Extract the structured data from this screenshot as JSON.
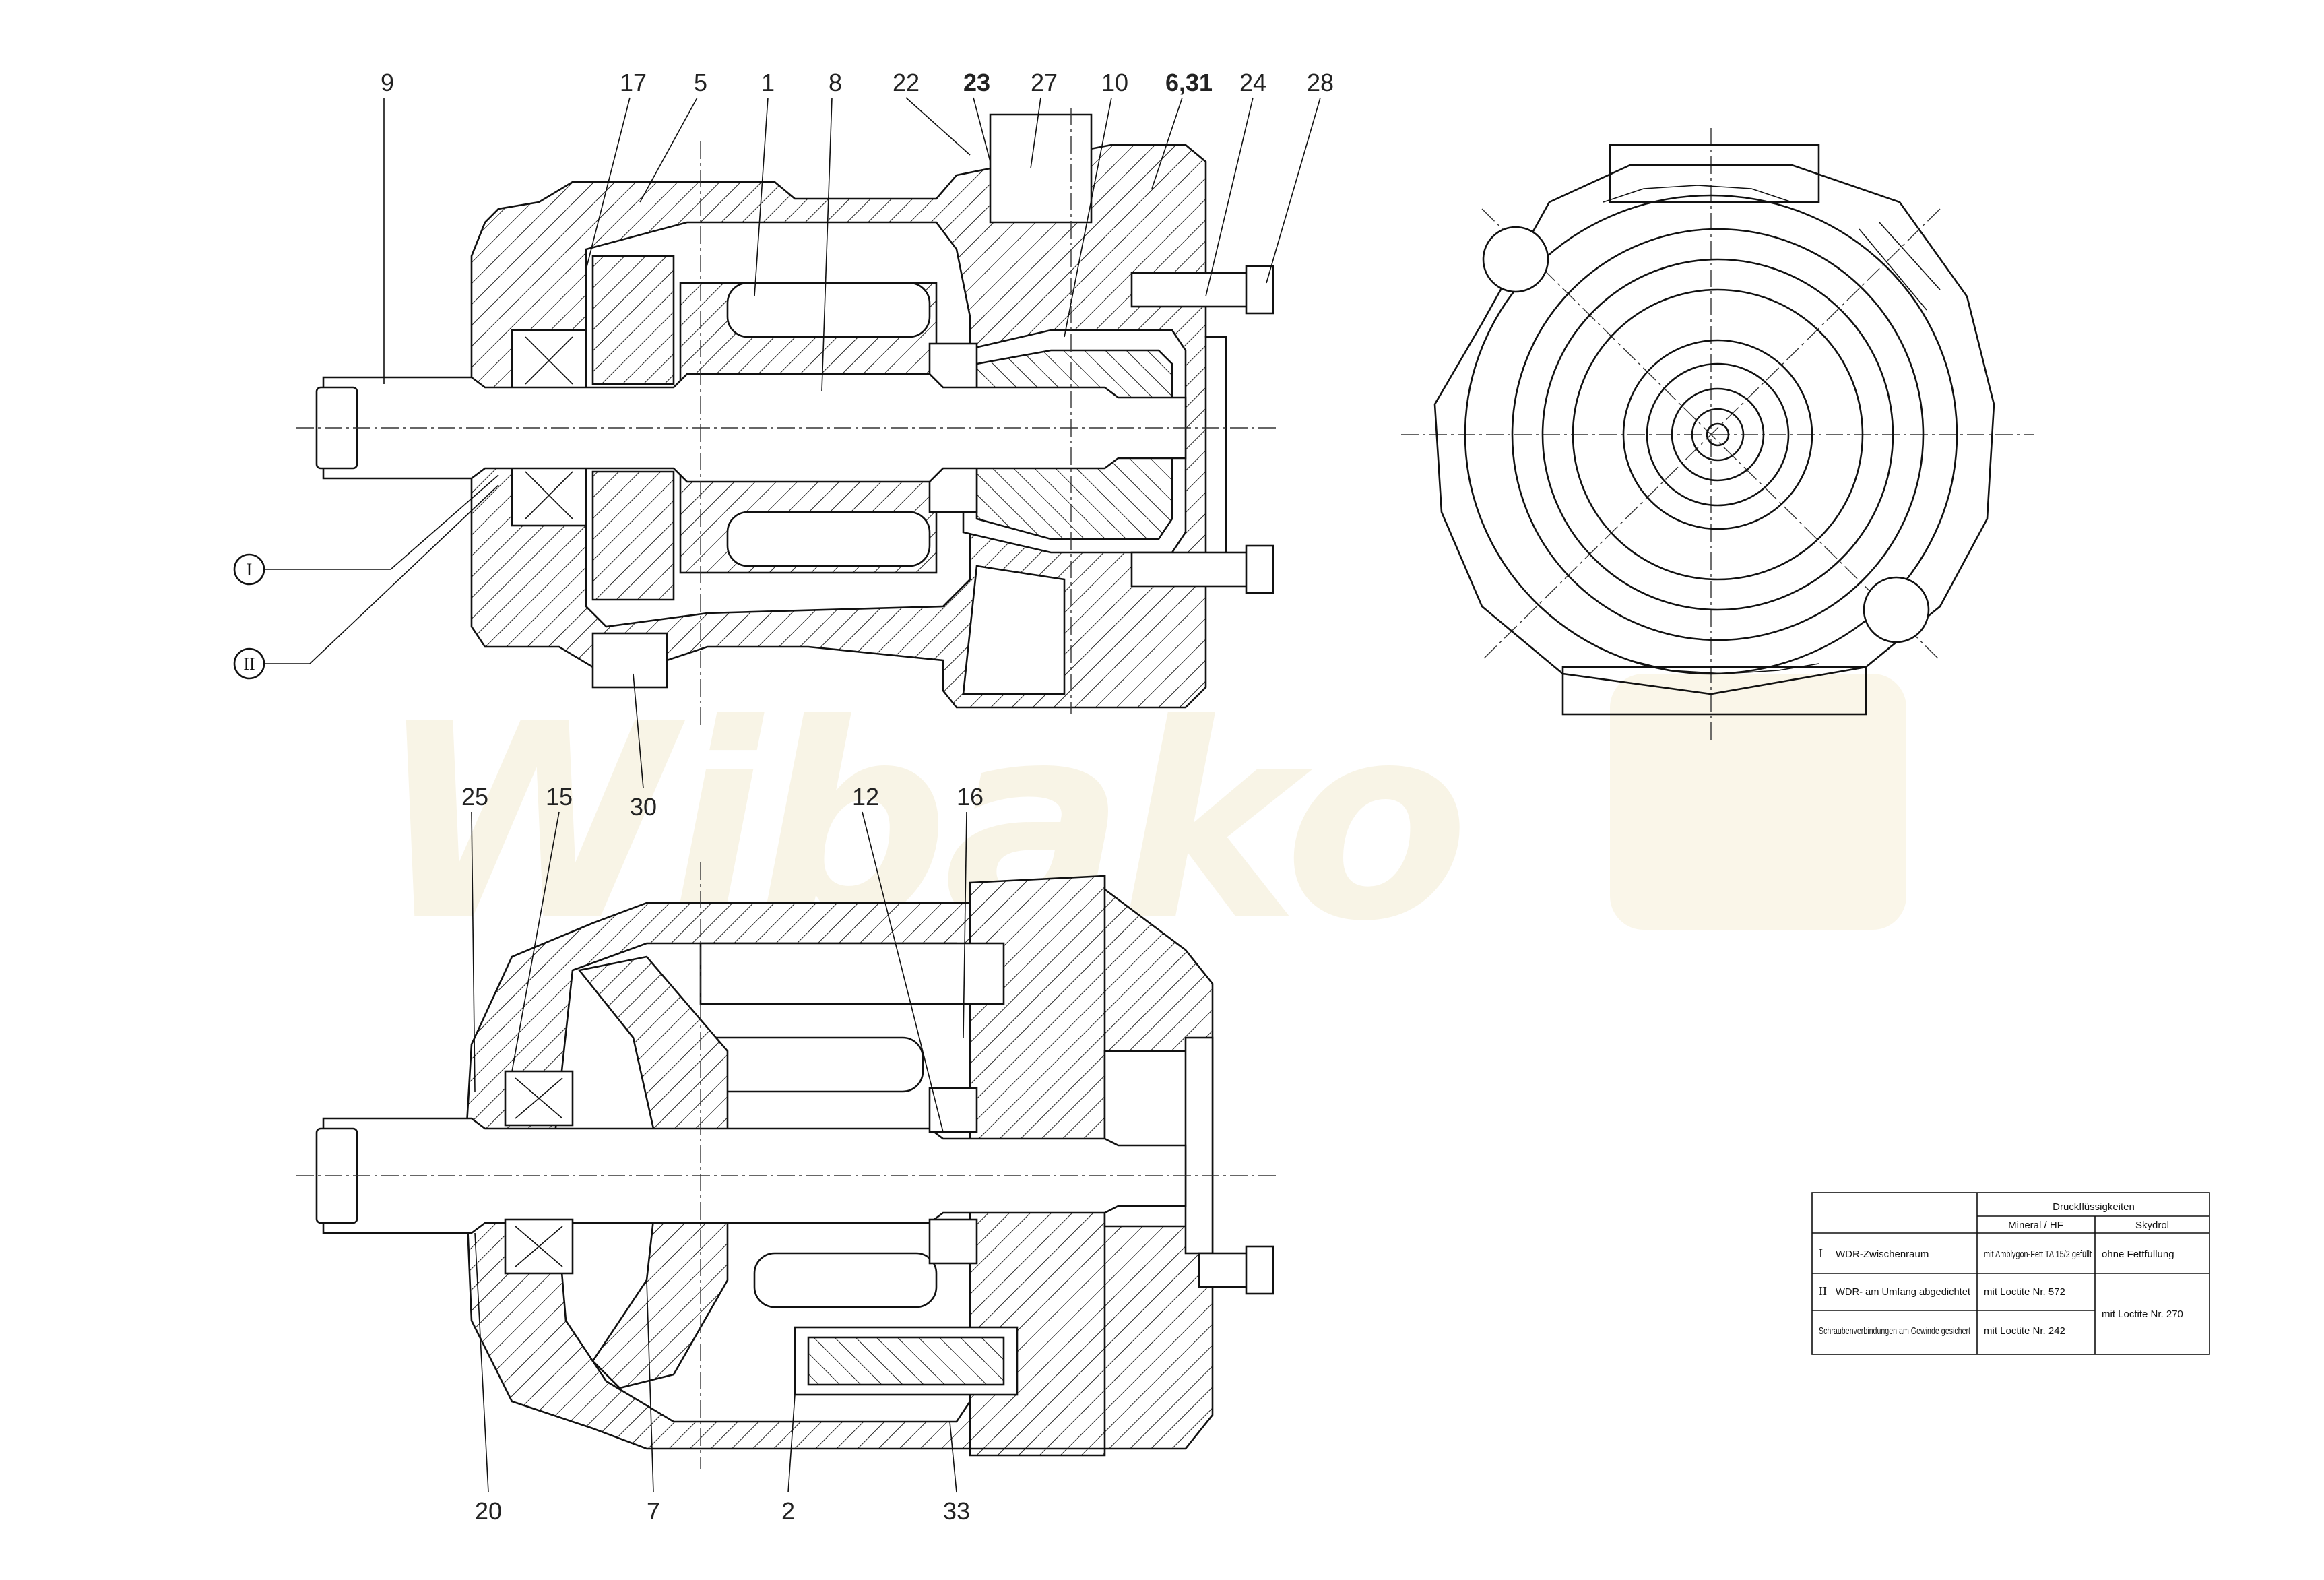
{
  "watermark": {
    "text": "Wibako"
  },
  "views": {
    "top_section": {
      "callouts": [
        "9",
        "17",
        "5",
        "1",
        "8",
        "22",
        "23",
        "27",
        "10",
        "6,31",
        "24",
        "28",
        "30"
      ],
      "detail_markers": [
        "I",
        "II"
      ]
    },
    "bottom_section": {
      "callouts": [
        "25",
        "15",
        "12",
        "16",
        "20",
        "7",
        "2",
        "33"
      ]
    }
  },
  "legend_table": {
    "header": "Druckflüssigkeiten",
    "columns": [
      "Mineral / HF",
      "Skydrol"
    ],
    "rows": [
      {
        "marker": "I",
        "label": "WDR-Zwischenraum",
        "mineral": "mit Amblygon-Fett TA 15/2 gefüllt",
        "skydrol": "ohne Fettfullung"
      },
      {
        "marker": "II",
        "label": "WDR- am Umfang abgedichtet",
        "mineral": "mit Loctite Nr. 572",
        "skydrol": "mit Loctite Nr. 270"
      },
      {
        "marker": "",
        "label": "Schraubenverbindungen am Gewinde gesichert",
        "mineral": "mit Loctite Nr. 242",
        "skydrol": ""
      }
    ]
  }
}
